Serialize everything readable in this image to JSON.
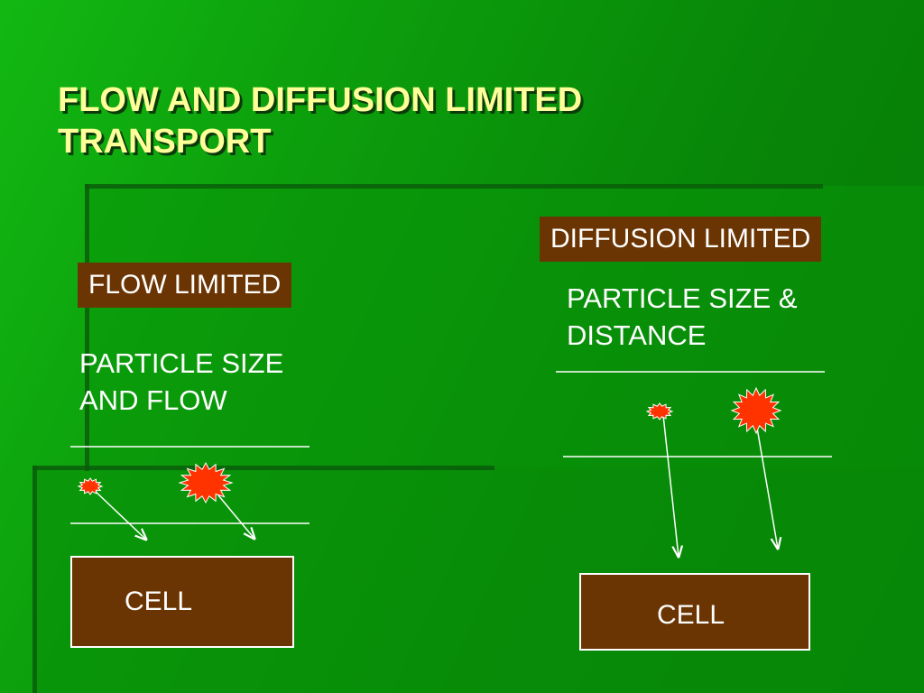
{
  "slide": {
    "title_lines": [
      "FLOW AND DIFFUSION LIMITED",
      "TRANSPORT"
    ],
    "colors": {
      "title_text": "#ffff99",
      "label_box": "#6b3503",
      "text": "#ffffff",
      "particle": "#ff3300",
      "background_start": "#12b812",
      "background_end": "#057a05"
    }
  },
  "flow": {
    "label": "FLOW LIMITED",
    "description_lines": [
      "PARTICLE SIZE",
      "AND FLOW"
    ],
    "cell_label": "CELL"
  },
  "diffusion": {
    "label": "DIFFUSION LIMITED",
    "description_lines": [
      "PARTICLE SIZE &",
      "DISTANCE"
    ],
    "cell_label": "CELL"
  }
}
